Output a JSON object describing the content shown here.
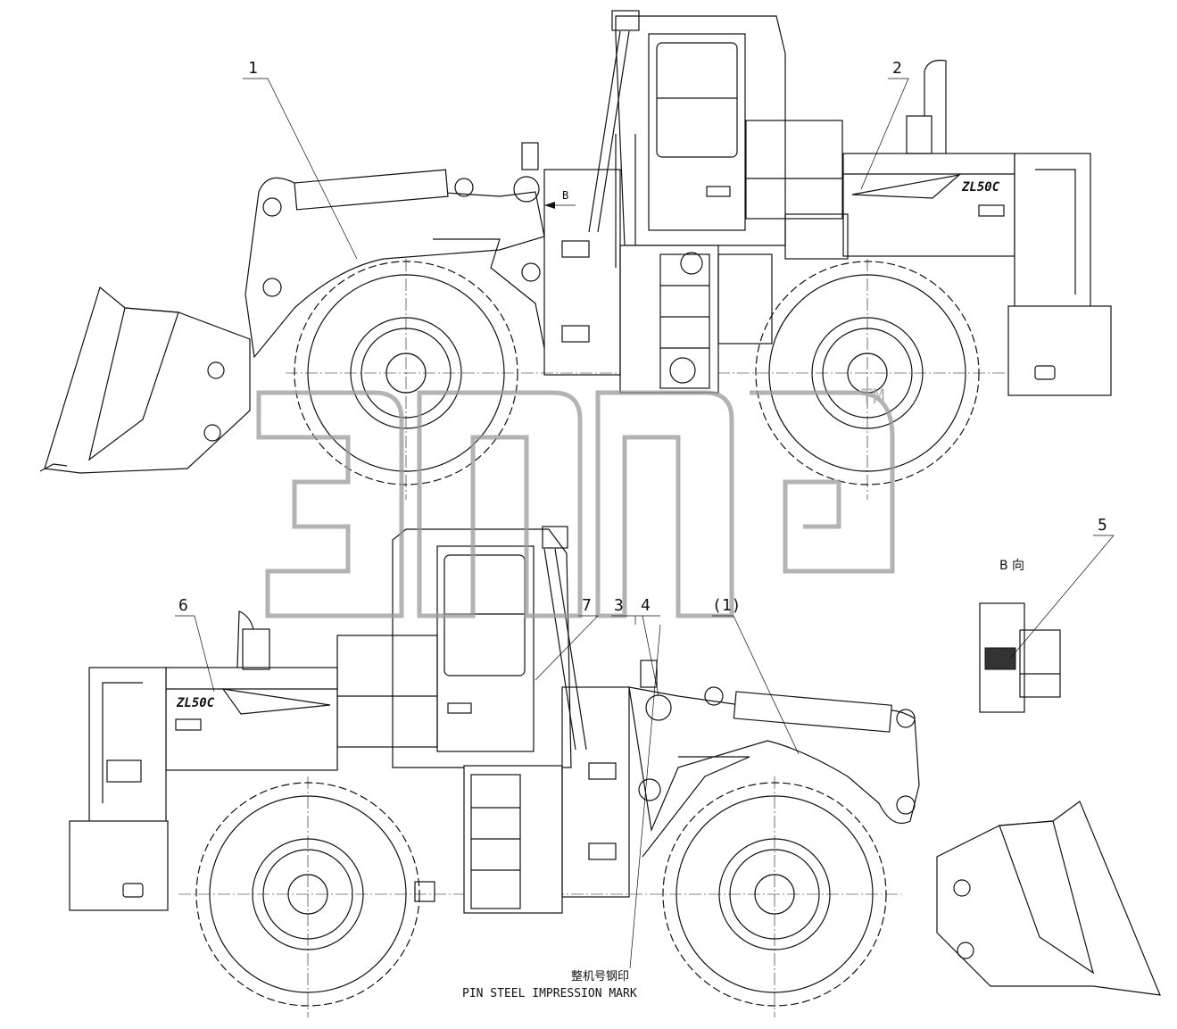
{
  "drawing": {
    "callouts": {
      "c1": "1",
      "c2": "2",
      "c3": "3",
      "c4": "4",
      "c5": "5",
      "c6": "6",
      "c7": "7",
      "c1b": "(1)"
    },
    "model_badge_top": "ZL50C",
    "model_badge_bottom": "ZL50C",
    "view_marker": "B",
    "view_label": "B 向",
    "note_cn": "整机号钢印",
    "note_en": "PIN STEEL IMPRESSION MARK"
  }
}
